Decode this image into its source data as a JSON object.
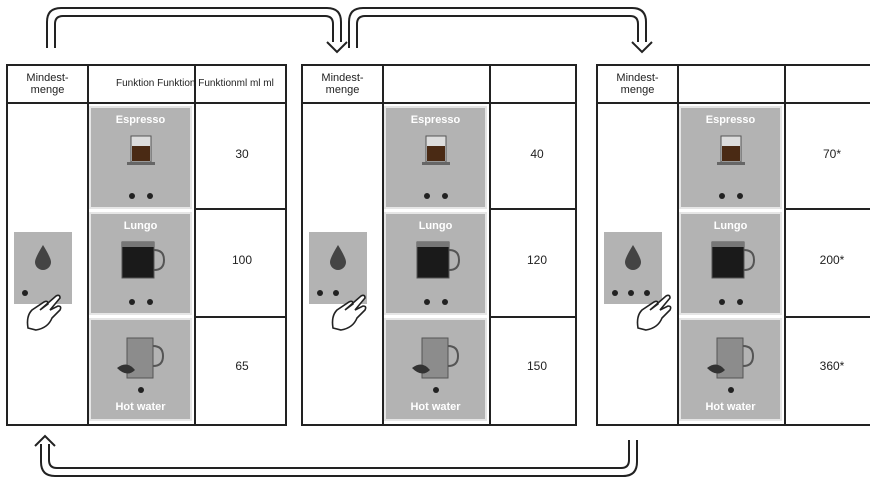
{
  "tables": [
    {
      "header": {
        "col1": "Mindest-\nmenge",
        "col2": "Funktion Funktion Funktionml ml ml"
      },
      "ml_dots": 1,
      "rows": [
        {
          "top_label": "Espresso",
          "bottom_label": "",
          "dots": 2,
          "icon": "espresso-cup-icon",
          "value": "30"
        },
        {
          "top_label": "Lungo",
          "bottom_label": "",
          "dots": 2,
          "icon": "lungo-glass-icon",
          "value": "100"
        },
        {
          "top_label": "",
          "bottom_label": "Hot water",
          "dots": 1,
          "icon": "tea-glass-icon",
          "value": "65"
        }
      ]
    },
    {
      "header": {
        "col1": "Mindest-\nmenge",
        "col2": ""
      },
      "ml_dots": 2,
      "rows": [
        {
          "top_label": "Espresso",
          "bottom_label": "",
          "dots": 2,
          "icon": "espresso-cup-icon",
          "value": "40"
        },
        {
          "top_label": "Lungo",
          "bottom_label": "",
          "dots": 2,
          "icon": "lungo-glass-icon",
          "value": "120"
        },
        {
          "top_label": "",
          "bottom_label": "Hot water",
          "dots": 1,
          "icon": "tea-glass-icon",
          "value": "150"
        }
      ]
    },
    {
      "header": {
        "col1": "Mindest-\nmenge",
        "col2": ""
      },
      "ml_dots": 3,
      "rows": [
        {
          "top_label": "Espresso",
          "bottom_label": "",
          "dots": 2,
          "icon": "espresso-cup-icon",
          "value": "70*"
        },
        {
          "top_label": "Lungo",
          "bottom_label": "",
          "dots": 2,
          "icon": "lungo-glass-icon",
          "value": "200*"
        },
        {
          "top_label": "",
          "bottom_label": "Hot water",
          "dots": 1,
          "icon": "tea-glass-icon",
          "value": "360*"
        }
      ]
    }
  ],
  "icons": {
    "ml_button": "water-drop-icon",
    "press": "pointing-hand-icon",
    "cycle": "cycle-arrow-icon"
  },
  "colors": {
    "tile_bg": "#b3b3b3",
    "tile_text": "#ffffff",
    "line": "#222222"
  }
}
